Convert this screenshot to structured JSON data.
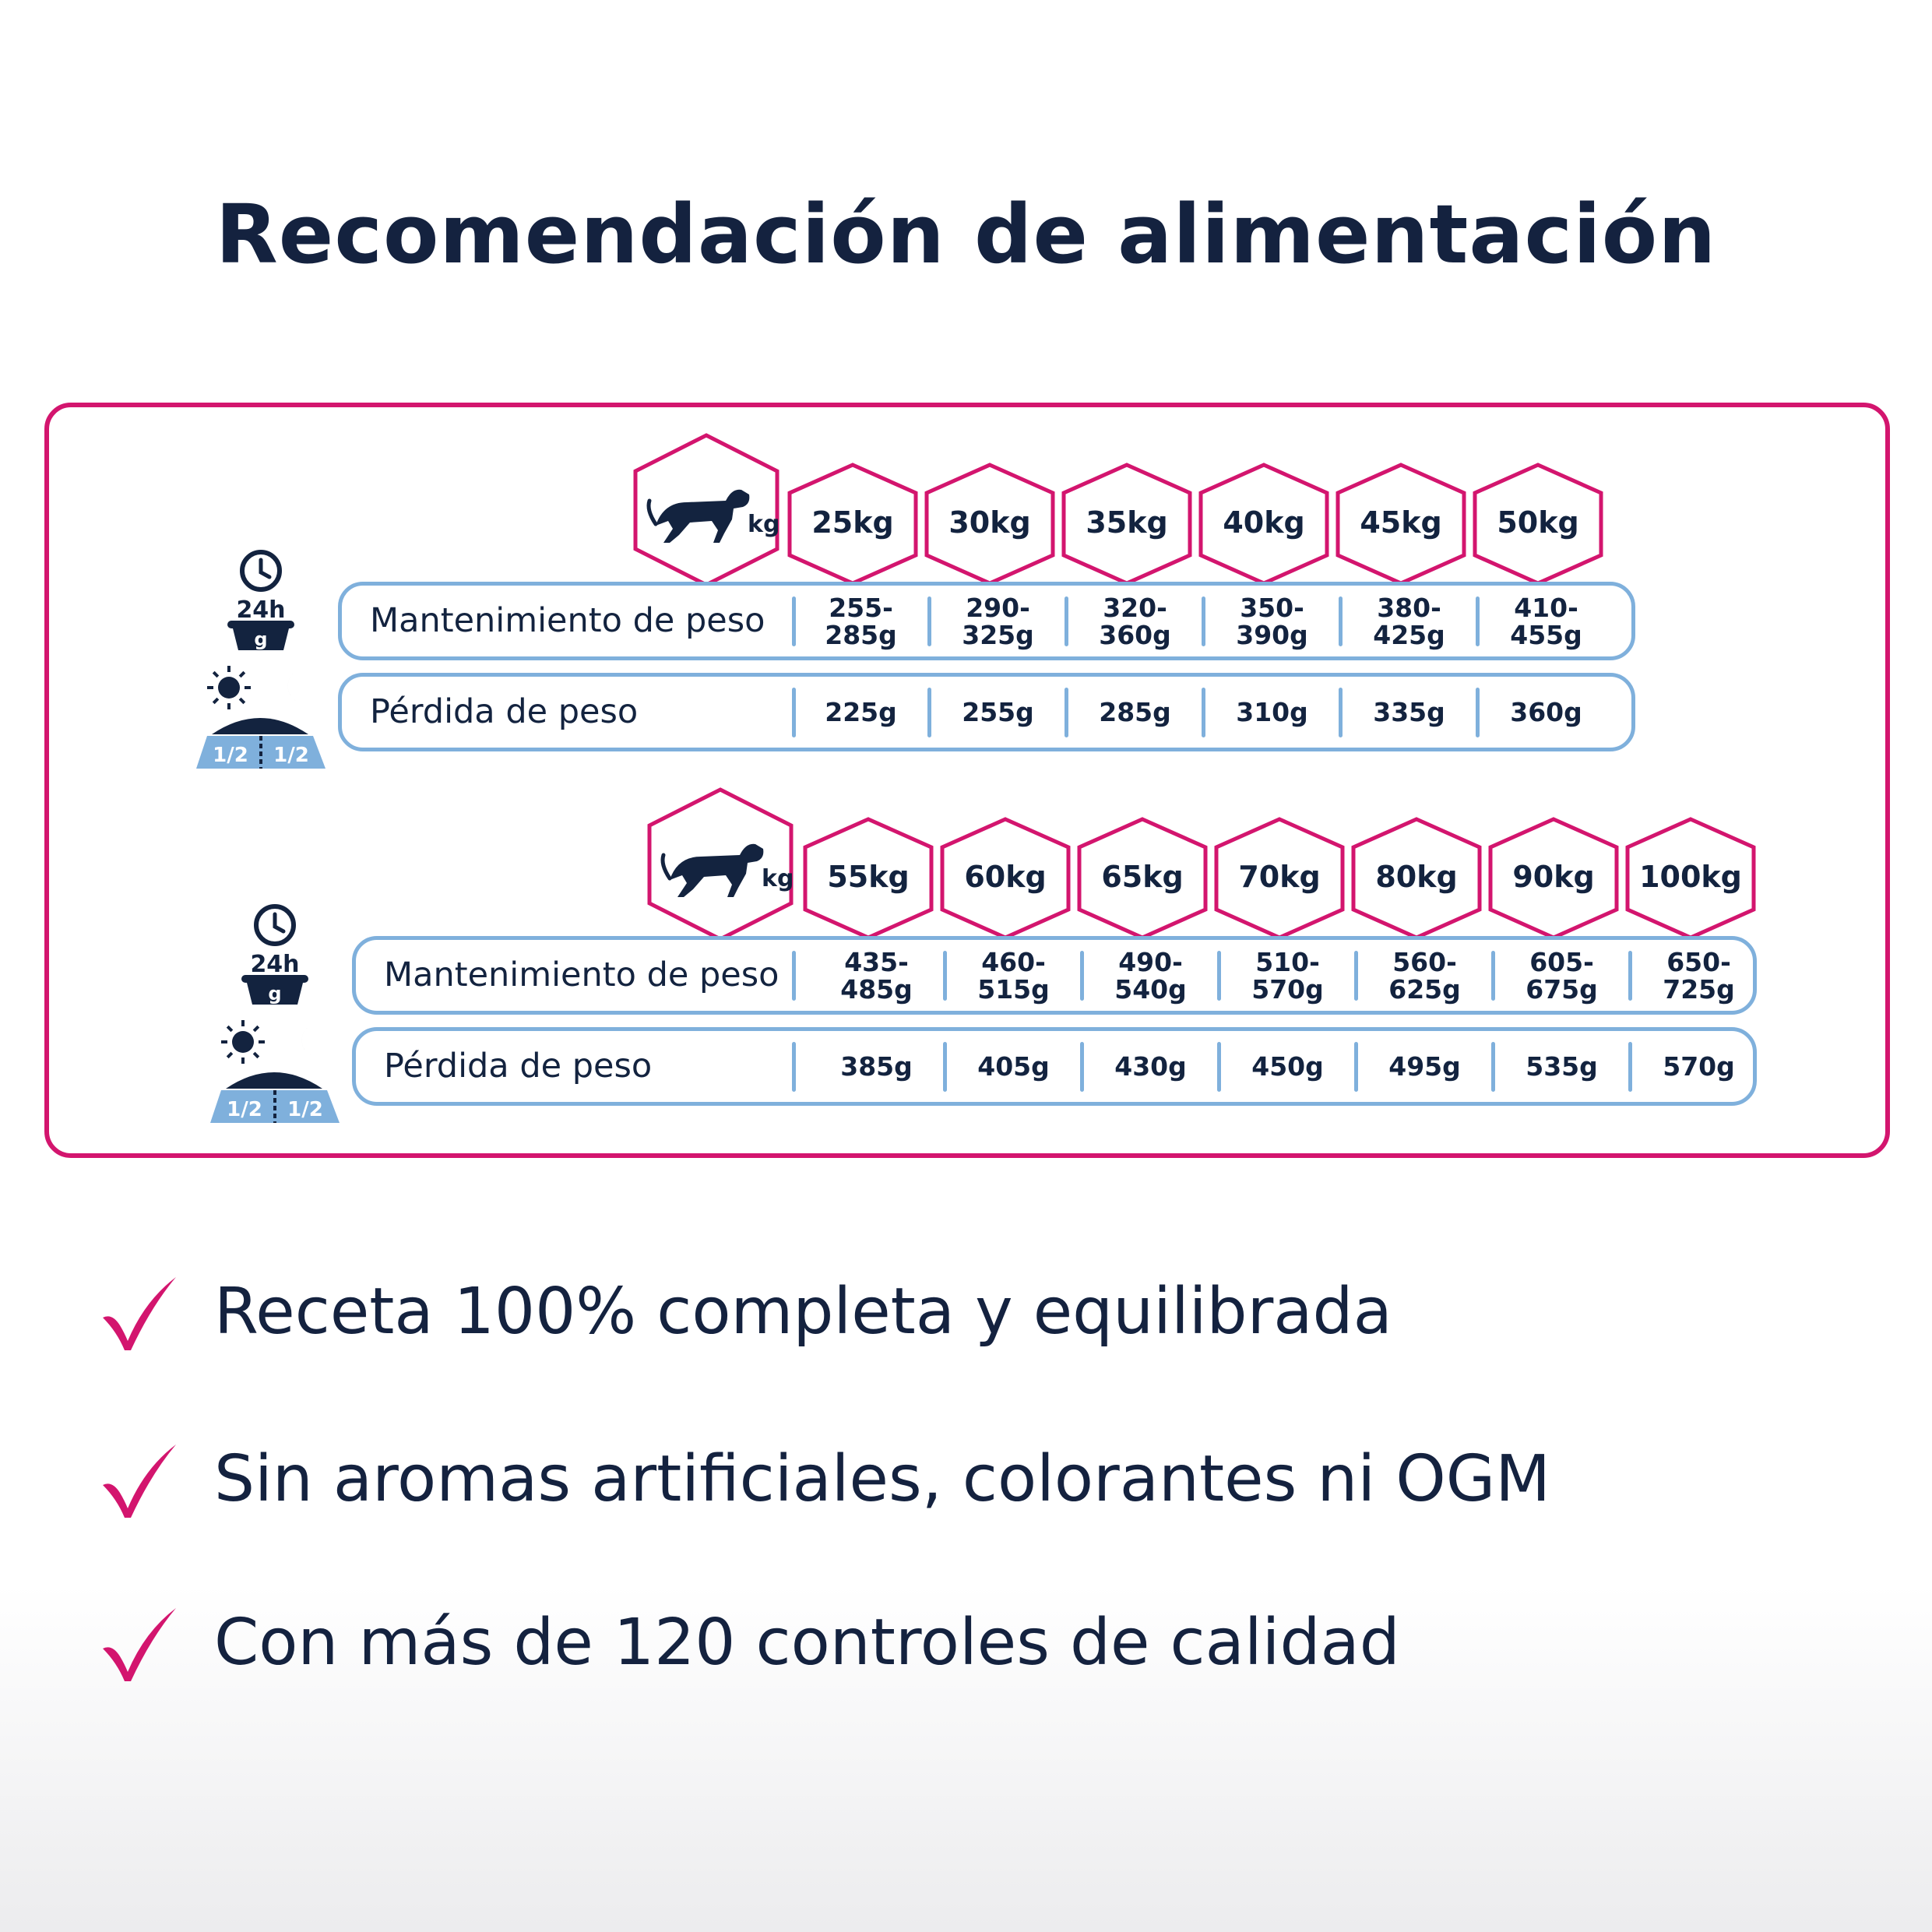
{
  "title": "Recomendación de alimentación",
  "colors": {
    "accent": "#d3156e",
    "row_border": "#7fb0dc",
    "text": "#13233f"
  },
  "icons": [
    "clock-icon",
    "bowl-icon",
    "sun-icon",
    "moon-icon",
    "food-bowl-icon",
    "dog-icon",
    "check-icon"
  ],
  "side_icon": {
    "hours": "24h",
    "unit": "g",
    "half_left": "1/2",
    "half_right": "1/2"
  },
  "tables": [
    {
      "weight_unit": "kg",
      "weights": [
        "25kg",
        "30kg",
        "35kg",
        "40kg",
        "45kg",
        "50kg"
      ],
      "rows": [
        {
          "label": "Mantenimiento de peso",
          "values": [
            "255-\n285g",
            "290-\n325g",
            "320-\n360g",
            "350-\n390g",
            "380-\n425g",
            "410-\n455g"
          ]
        },
        {
          "label": "Pérdida de peso",
          "values": [
            "225g",
            "255g",
            "285g",
            "310g",
            "335g",
            "360g"
          ]
        }
      ]
    },
    {
      "weight_unit": "kg",
      "weights": [
        "55kg",
        "60kg",
        "65kg",
        "70kg",
        "80kg",
        "90kg",
        "100kg"
      ],
      "rows": [
        {
          "label": "Mantenimiento de peso",
          "values": [
            "435-\n485g",
            "460-\n515g",
            "490-\n540g",
            "510-\n570g",
            "560-\n625g",
            "605-\n675g",
            "650-\n725g"
          ]
        },
        {
          "label": "Pérdida de peso",
          "values": [
            "385g",
            "405g",
            "430g",
            "450g",
            "495g",
            "535g",
            "570g"
          ]
        }
      ]
    }
  ],
  "benefits": [
    "Receta 100% completa y equilibrada",
    "Sin aromas artificiales, colorantes ni OGM",
    "Con más de 120 controles de calidad"
  ]
}
